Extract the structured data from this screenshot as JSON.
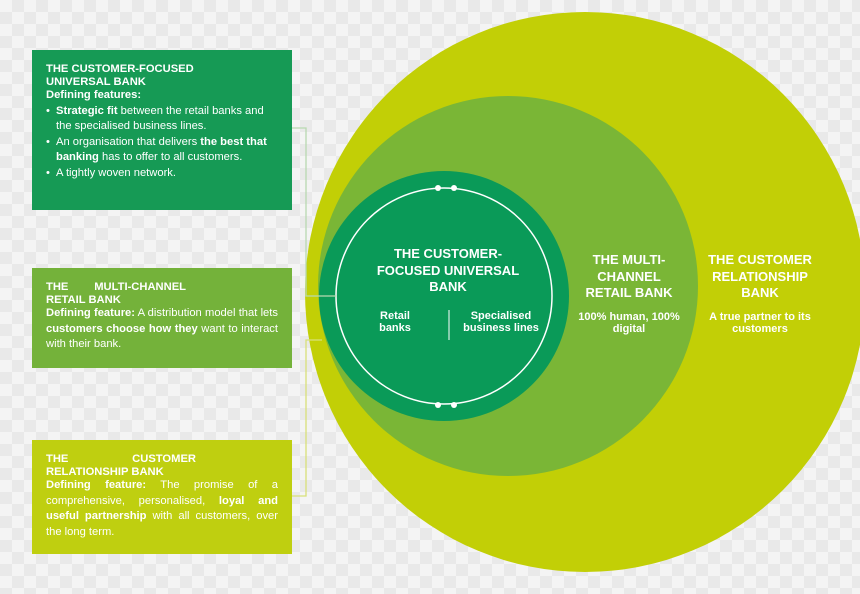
{
  "boxes": {
    "universal": {
      "title": "THE CUSTOMER-FOCUSED UNIVERSAL BANK",
      "sub": "Defining features:",
      "b1_bold": "Strategic fit",
      "b1_rest": " between the retail banks and the specialised business lines.",
      "b2_pre": "An organisation that delivers ",
      "b2_bold": "the best that banking",
      "b2_rest": " has to offer to all customers.",
      "b3": "A tightly woven network."
    },
    "multichannel": {
      "title": "THE MULTI-CHANNEL RETAIL BANK",
      "sub": "Defining feature:",
      "t_pre": " A distribution model that lets ",
      "t_bold": "customers choose how they",
      "t_rest": " want to interact with their bank."
    },
    "relationship": {
      "title": "THE CUSTOMER RELATIONSHIP BANK",
      "sub": "Defining feature:",
      "t_pre": " The promise of a comprehensive, personalised, ",
      "t_bold": "loyal and useful partnership",
      "t_rest": " with all customers, over the long term."
    }
  },
  "circles": {
    "inner": {
      "title": "THE CUSTOMER-FOCUSED UNIVERSAL BANK",
      "left": "Retail banks",
      "right": "Specialised business lines"
    },
    "middle": {
      "title": "THE MULTI-CHANNEL RETAIL BANK",
      "sub": "100% human, 100% digital"
    },
    "outer": {
      "title": "THE CUSTOMER RELATIONSHIP BANK",
      "sub": "A true partner to its customers"
    }
  },
  "colors": {
    "dark_green": "#169a55",
    "mid_green": "#74b23a",
    "lime": "#bfcf10",
    "inner_fill": "#0a9a58"
  }
}
